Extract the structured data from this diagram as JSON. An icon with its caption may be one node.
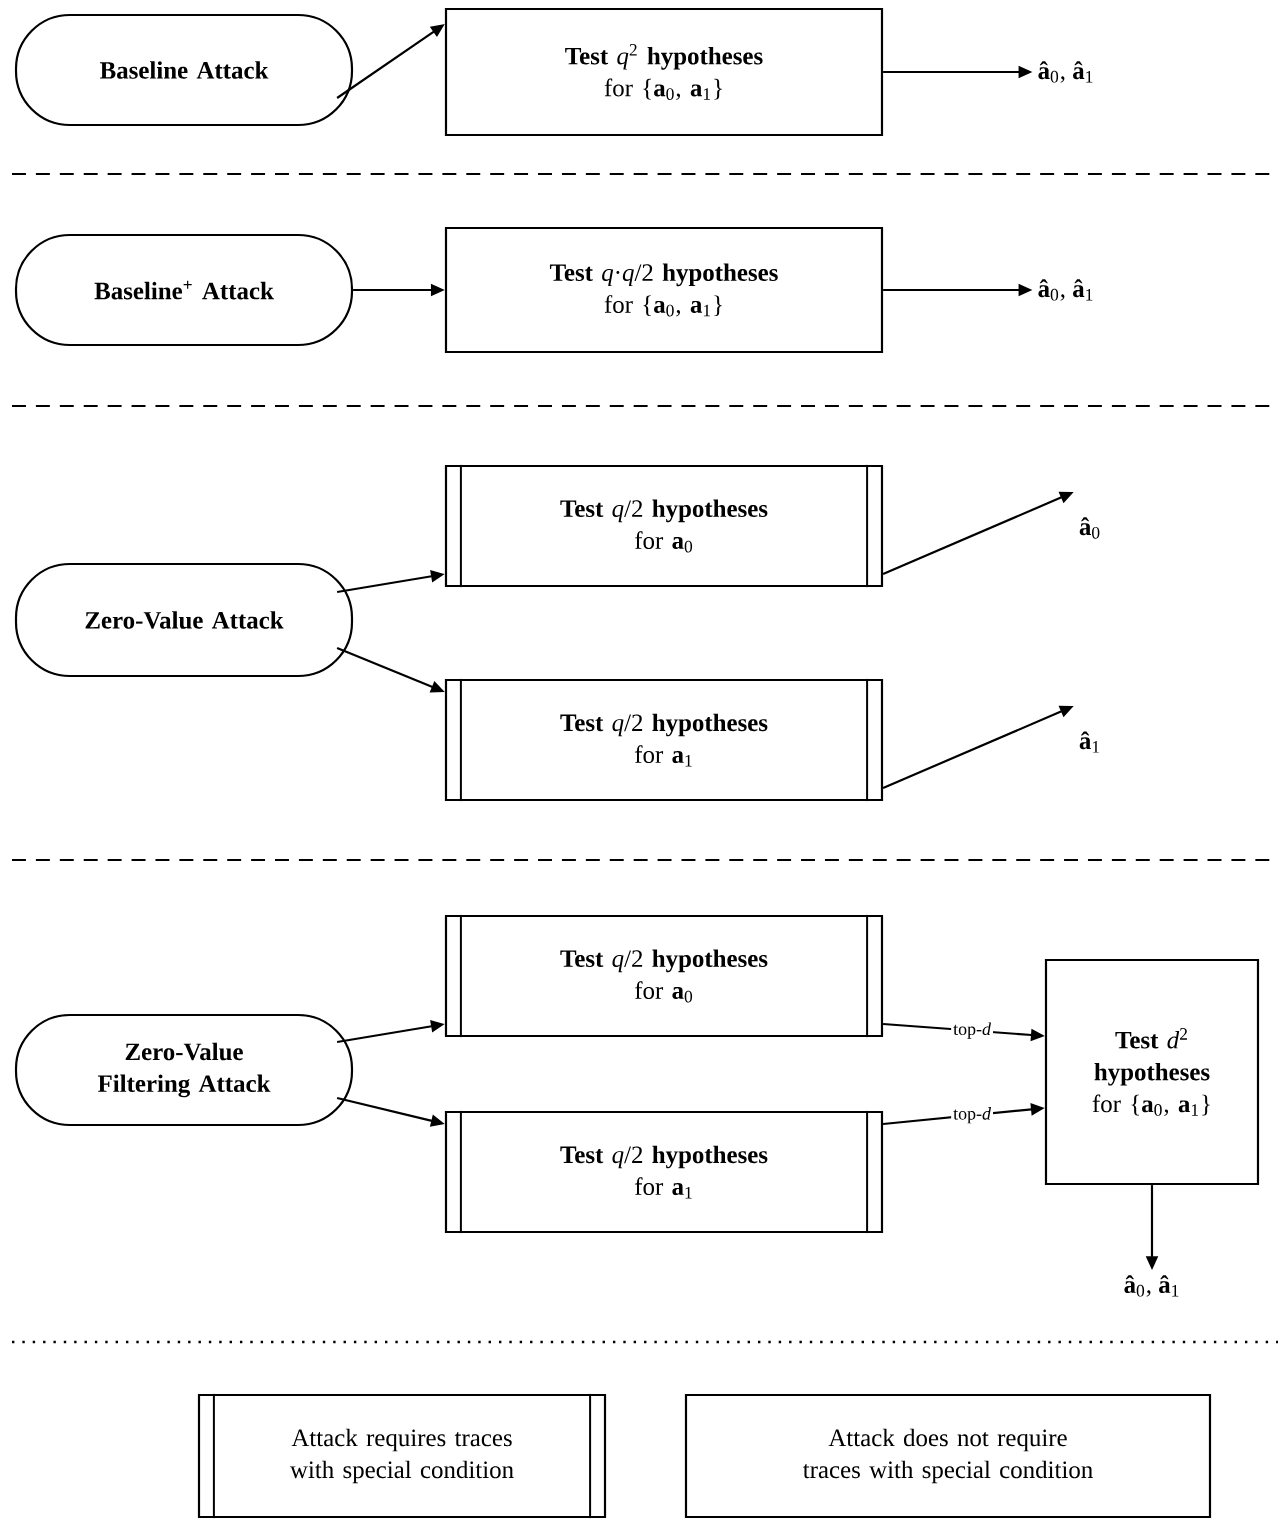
{
  "diagram": {
    "nodes": [
      {
        "text": [
          "Baseline Attack"
        ]
      },
      {
        "text": [
          "**Test** *q*$^{2}$ **hypotheses**",
          "for {**a**$_{0}$, **a**$_{1}$}"
        ]
      },
      {
        "text": [
          "**â**$_{0}$, **â**$_{1}$"
        ]
      },
      {
        "text": [
          "Baseline$^{+}$ Attack"
        ]
      },
      {
        "text": [
          "**Test** *q*·*q*/2 **hypotheses**",
          "for {**a**$_{0}$, **a**$_{1}$}"
        ]
      },
      {
        "text": [
          "**â**$_{0}$, **â**$_{1}$"
        ]
      },
      {
        "text": [
          "Zero-Value Attack"
        ]
      },
      {
        "text": [
          "**Test** *q*/2 **hypotheses**",
          "for **a**$_{0}$"
        ]
      },
      {
        "text": [
          "**Test** *q*/2 **hypotheses**",
          "for **a**$_{1}$"
        ]
      },
      {
        "text": [
          "**â**$_{0}$"
        ]
      },
      {
        "text": [
          "**â**$_{1}$"
        ]
      },
      {
        "text": [
          "Zero-Value Filtering Attack"
        ]
      },
      {
        "text": [
          "**Test** *q*/2 **hypotheses**",
          "for **a**$_{0}$"
        ]
      },
      {
        "text": [
          "**Test** *q*/2 **hypotheses**",
          "for **a**$_{1}$"
        ]
      },
      {
        "text": [
          "**Test** *d*$^{2}$ **hypotheses**",
          "for {**a**$_{0}$, **a**$_{1}$}"
        ]
      },
      {
        "text": [
          "**â**$_{0}$, **â**$_{1}$"
        ]
      },
      {
        "text": [
          "Attack requires traces with special condition"
        ]
      },
      {
        "text": [
          "Attack does not require traces with special condition"
        ]
      }
    ],
    "edges": [
      {
        "from": 0,
        "to": 1,
        "arrow": "to"
      },
      {
        "from": 1,
        "to": 2,
        "arrow": "to"
      },
      {
        "from": 3,
        "to": 4,
        "arrow": "to"
      },
      {
        "from": 4,
        "to": 5,
        "arrow": "to"
      },
      {
        "from": 6,
        "to": 7,
        "arrow": "to"
      },
      {
        "from": 6,
        "to": 8,
        "arrow": "to"
      },
      {
        "from": 7,
        "to": 9,
        "arrow": "to"
      },
      {
        "from": 8,
        "to": 10,
        "arrow": "to"
      },
      {
        "from": 11,
        "to": 12,
        "arrow": "to"
      },
      {
        "from": 11,
        "to": 13,
        "arrow": "to"
      },
      {
        "from": 12,
        "to": 14,
        "arrow": "to",
        "label": "top-*d*"
      },
      {
        "from": 13,
        "to": 14,
        "arrow": "to",
        "label": "top-*d*"
      },
      {
        "from": 14,
        "to": 15,
        "arrow": "to"
      }
    ]
  }
}
